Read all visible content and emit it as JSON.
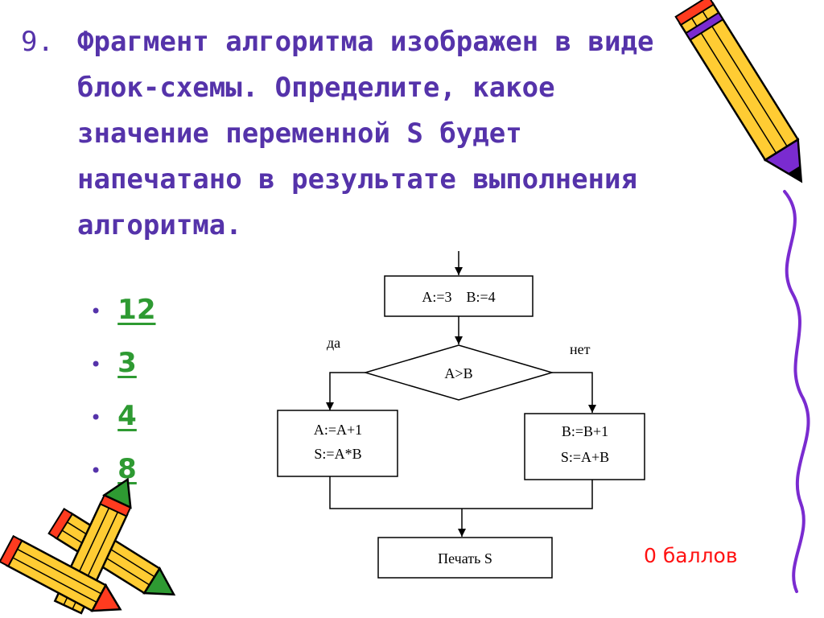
{
  "question": {
    "number": "9.",
    "text": "Фрагмент алгоритма изображен в виде блок-схемы. Определите, какое значение переменной S будет напечатано в результате выполнения алгоритма."
  },
  "answers": [
    "12",
    "3",
    "4",
    "8"
  ],
  "score": "0 баллов",
  "flowchart": {
    "init": "A:=3    B:=4",
    "condition": "A>B",
    "yes_label": "да",
    "no_label": "нет",
    "yes_line1": "A:=A+1",
    "yes_line2": "S:=A*B",
    "no_line1": "B:=B+1",
    "no_line2": "S:=A+B",
    "output": "Печать S"
  },
  "icons": {
    "decor_right": "pencil-icon",
    "decor_left": "pencils-icon"
  },
  "colors": {
    "question": "#5533aa",
    "answer": "#2e9a32",
    "score": "#ff1111"
  }
}
